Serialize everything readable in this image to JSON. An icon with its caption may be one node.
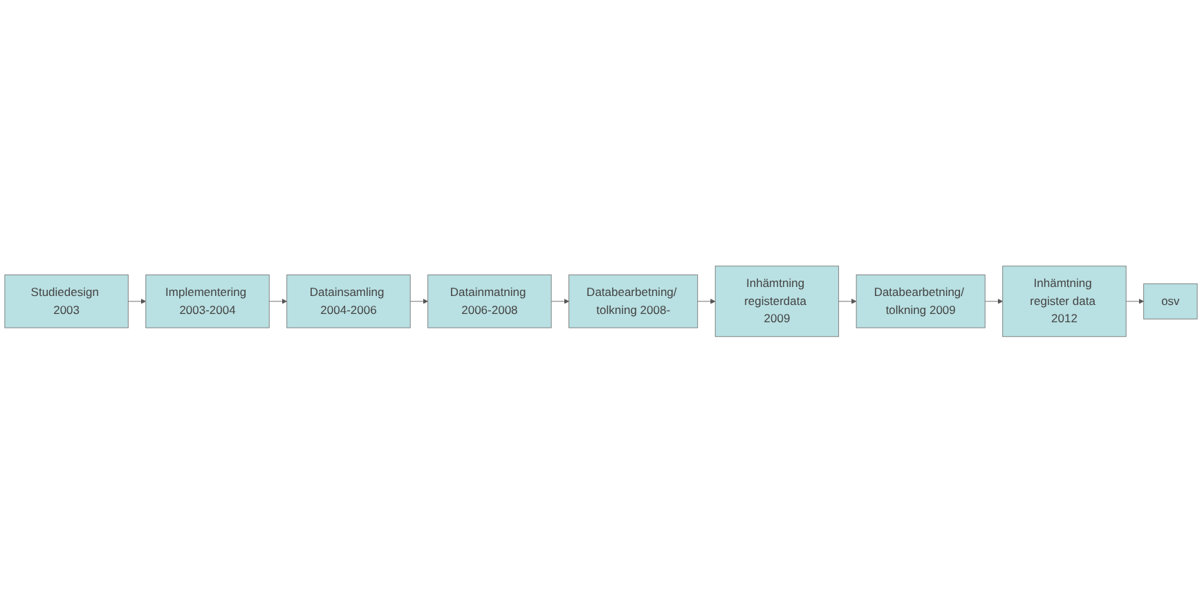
{
  "diagram": {
    "nodes": [
      {
        "text": [
          "Studiedesign 2003"
        ]
      },
      {
        "text": [
          "Implementering 2003-2004"
        ]
      },
      {
        "text": [
          "Datainsamling 2004-2006"
        ]
      },
      {
        "text": [
          "Inhämtning registerdata 2009"
        ]
      },
      {
        "text": [
          "Databearbetning/ tolkning 2008-"
        ]
      },
      {
        "text": [
          "Datainmatning 2006-2008"
        ]
      },
      {
        "text": [
          "Databearbetning/ tolkning 2009"
        ]
      },
      {
        "text": [
          "Inhämtning register data 2012"
        ]
      },
      {
        "text": [
          "osv"
        ]
      }
    ],
    "edges": [
      {
        "from": 0,
        "to": 1,
        "arrow": "to"
      },
      {
        "from": 1,
        "to": 2,
        "arrow": "to"
      },
      {
        "from": 2,
        "to": 5,
        "arrow": "to"
      },
      {
        "from": 5,
        "to": 4,
        "arrow": "to"
      },
      {
        "from": 4,
        "to": 3,
        "arrow": "to"
      },
      {
        "from": 3,
        "to": 6,
        "arrow": "to"
      },
      {
        "from": 6,
        "to": 7,
        "arrow": "to"
      },
      {
        "from": 7,
        "to": 8,
        "arrow": "to"
      }
    ]
  }
}
